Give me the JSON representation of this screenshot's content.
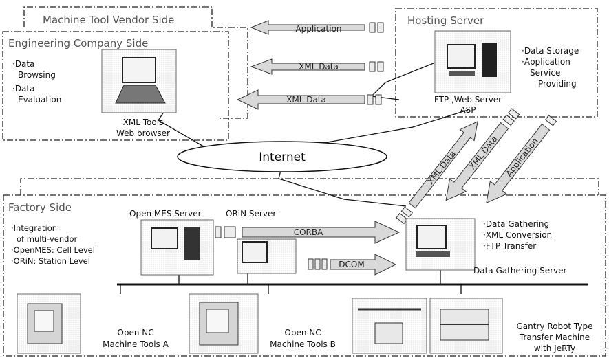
{
  "regions": {
    "vendor": "Machine Tool Vendor Side",
    "engineering": "Engineering Company Side",
    "hosting": "Hosting Server",
    "factory": "Factory Side"
  },
  "engineering": {
    "functions": [
      "·Data",
      "Browsing",
      "·Data",
      "Evaluation"
    ],
    "tools": [
      "XML Tools",
      "Web browser"
    ]
  },
  "hosting": {
    "functions": [
      "·Data Storage",
      "·Application",
      "Service",
      "Providing"
    ],
    "servers": [
      "FTP ,Web Server",
      "ASP"
    ]
  },
  "internet": "Internet",
  "arrows": {
    "application_top": "Application",
    "xml_data_1": "XML Data",
    "xml_data_2": "XML Data",
    "diag_xml_1": "XML Data",
    "diag_xml_2": "XML Data",
    "diag_application": "Application",
    "corba": "CORBA",
    "dcom": "DCOM"
  },
  "factory": {
    "integration": [
      "·Integration",
      "of multi-vendor",
      "·OpenMES: Cell Level",
      "·ORiN: Station Level"
    ],
    "open_mes_server": "Open MES Server",
    "orin_server": "ORiN Server",
    "gathering_functions": [
      "·Data Gathering",
      "·XML Conversion",
      "·FTP Transfer"
    ],
    "gathering_server": "Data Gathering Server",
    "machine_a": [
      "Open NC",
      "Machine Tools  A"
    ],
    "machine_b": [
      "Open NC",
      "Machine Tools  B"
    ],
    "gantry": [
      "Gantry Robot Type",
      "Transfer Machine",
      "with JeRTy"
    ]
  }
}
